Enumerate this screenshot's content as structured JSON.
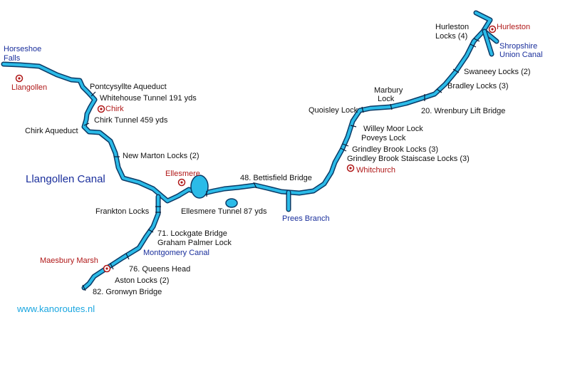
{
  "colors": {
    "canal": "#2bbbe8",
    "canal_outline": "#0a3a66",
    "town": "#b01818",
    "water_label": "#1a2f9c",
    "website": "#1aa6e0"
  },
  "title": "Llangollen Canal",
  "website": "www.kanoroutes.nl",
  "towns": {
    "llangollen": "Llangollen",
    "chirk": "Chirk",
    "ellesmere": "Ellesmere",
    "whitchurch": "Whitchurch",
    "hurleston": "Hurleston",
    "maesbury": "Maesbury Marsh"
  },
  "waterways": {
    "horseshoe_1": "Horseshoe",
    "horseshoe_2": "Falls",
    "shropshire_1": "Shropshire",
    "shropshire_2": "Union Canal",
    "prees": "Prees Branch",
    "montgomery": "Montgomery Canal"
  },
  "features": {
    "pontcysyllte": "Pontcysyllte Aqueduct",
    "whitehouse": "Whitehouse Tunnel 191 yds",
    "chirk_tunnel": "Chirk Tunnel 459 yds",
    "chirk_aqueduct": "Chirk Aqueduct",
    "new_marton": "New Marton Locks (2)",
    "frankton": "Frankton Locks",
    "ellesmere_tunnel": "Ellesmere Tunnel 87 yds",
    "bettisfield": "48. Bettisfield Bridge",
    "lockgate": "71. Lockgate Bridge",
    "graham_palmer": "Graham Palmer Lock",
    "queens_head": "76. Queens Head",
    "aston": "Aston Locks (2)",
    "gronwyn": "82. Gronwyn Bridge",
    "grindley": "Grindley Brook Locks (3)",
    "grindley_stair": "Grindley Brook Staiscase Locks (3)",
    "poveys": "Poveys Lock",
    "willey_moor": "Willey Moor Lock",
    "quoisley": "Quoisley Lock",
    "marbury_1": "Marbury",
    "marbury_2": "Lock",
    "wrenbury": "20. Wrenbury Lift Bridge",
    "bradley": "Bradley Locks (3)",
    "swaneey": "Swaneey Locks (2)",
    "hurleston_locks_1": "Hurleston",
    "hurleston_locks_2": "Locks (4)"
  }
}
